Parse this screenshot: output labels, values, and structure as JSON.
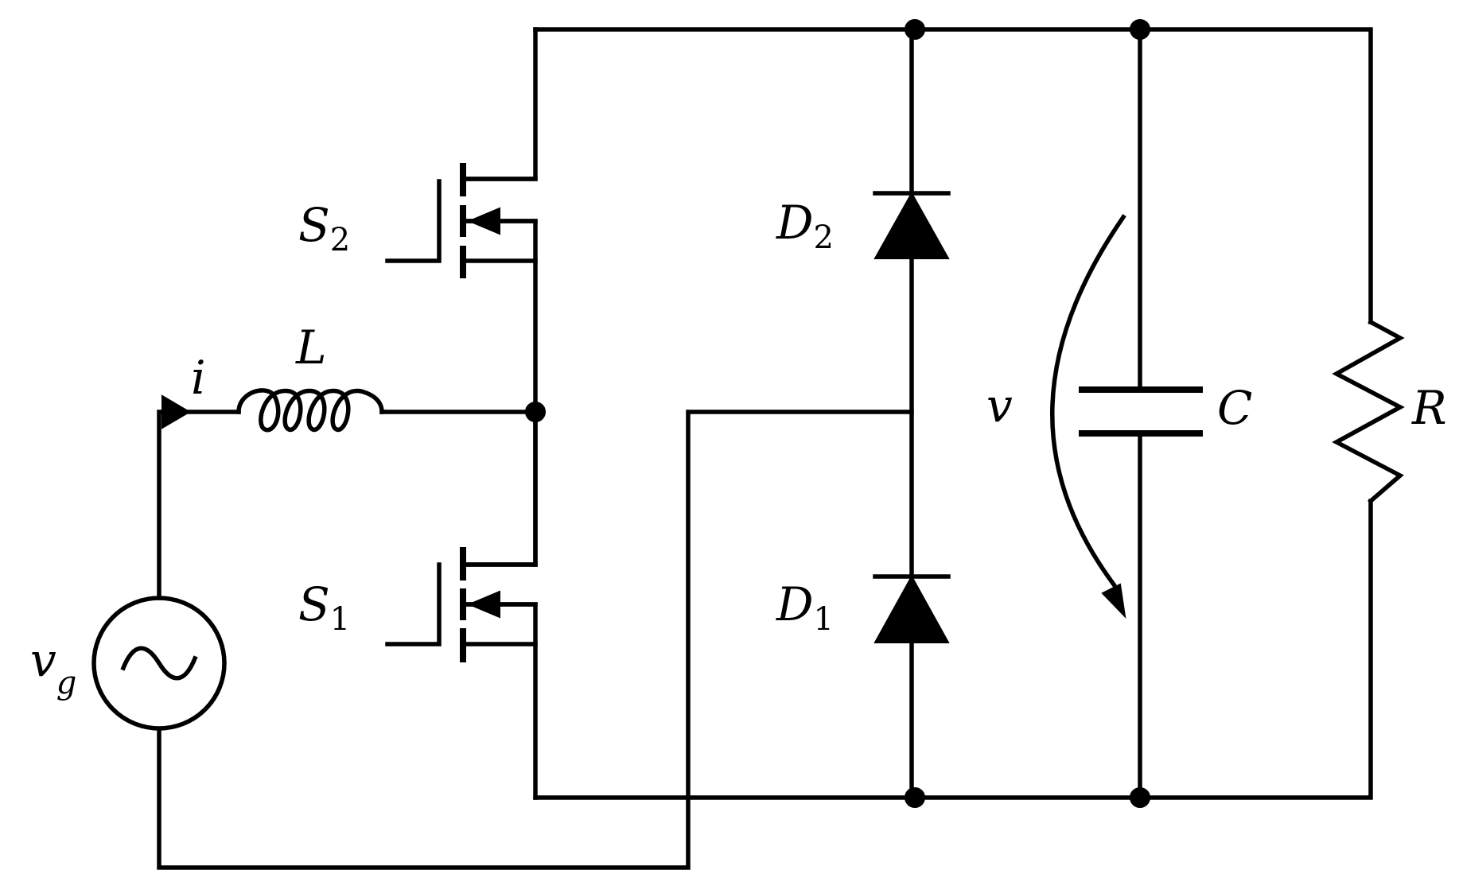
{
  "diagram": {
    "labels": {
      "vg_main": "v",
      "vg_sub": "g",
      "i": "i",
      "L": "L",
      "S2_main": "S",
      "S2_sub": "2",
      "S1_main": "S",
      "S1_sub": "1",
      "D2_main": "D",
      "D2_sub": "2",
      "D1_main": "D",
      "D1_sub": "1",
      "v": "v",
      "C": "C",
      "R": "R"
    }
  }
}
